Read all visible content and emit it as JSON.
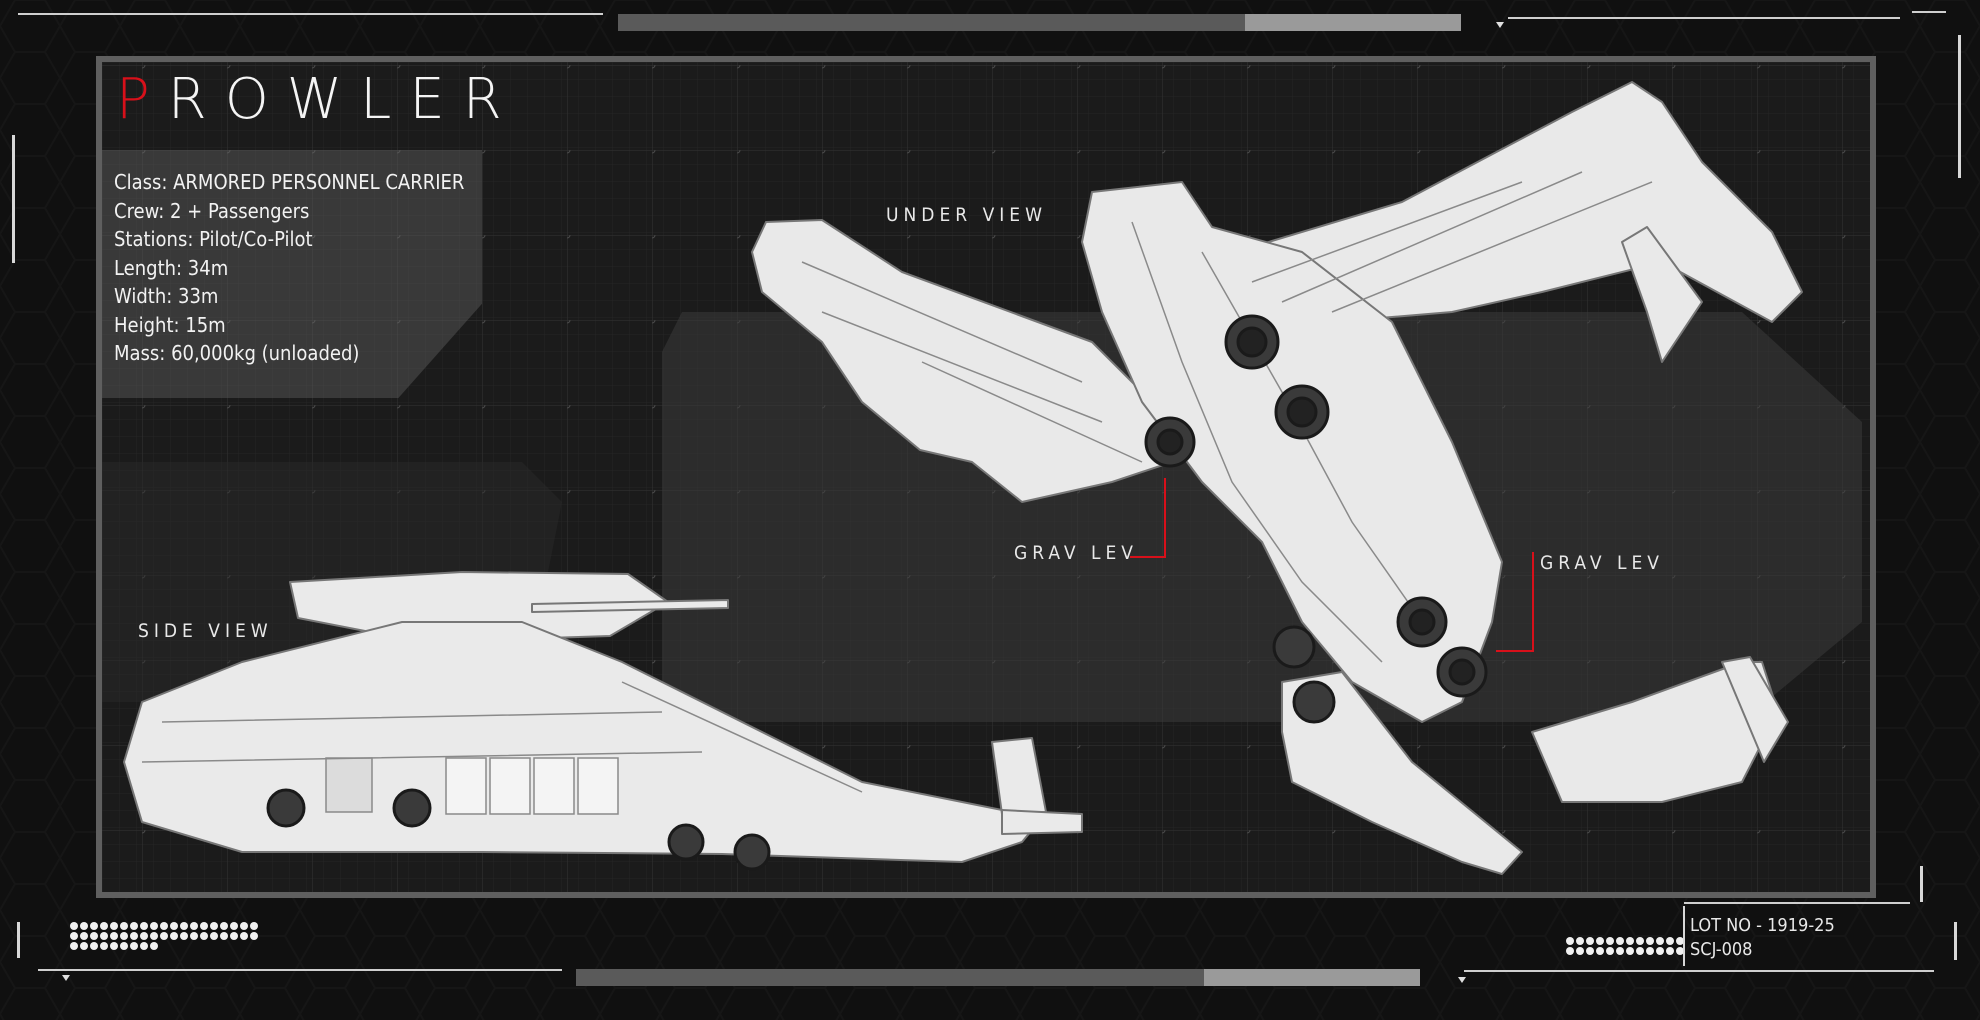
{
  "title": {
    "first_letter": "P",
    "rest": "ROWLER"
  },
  "specs": [
    "Class: ARMORED PERSONNEL CARRIER",
    "Crew: 2 + Passengers",
    "Stations: Pilot/Co-Pilot",
    "Length: 34m",
    "Width: 33m",
    "Height: 15m",
    "Mass: 60,000kg (unloaded)"
  ],
  "labels": {
    "under_view": "UNDER VIEW",
    "side_view": "SIDE VIEW",
    "grav_lev_left": "GRAV LEV",
    "grav_lev_right": "GRAV LEV"
  },
  "lot": {
    "line1": "LOT NO - 1919-25",
    "line2": "SCJ-008"
  },
  "colors": {
    "accent": "#d8101a",
    "panel": "#1b1b1b",
    "frame": "#5f5f5f",
    "background": "#101010"
  }
}
